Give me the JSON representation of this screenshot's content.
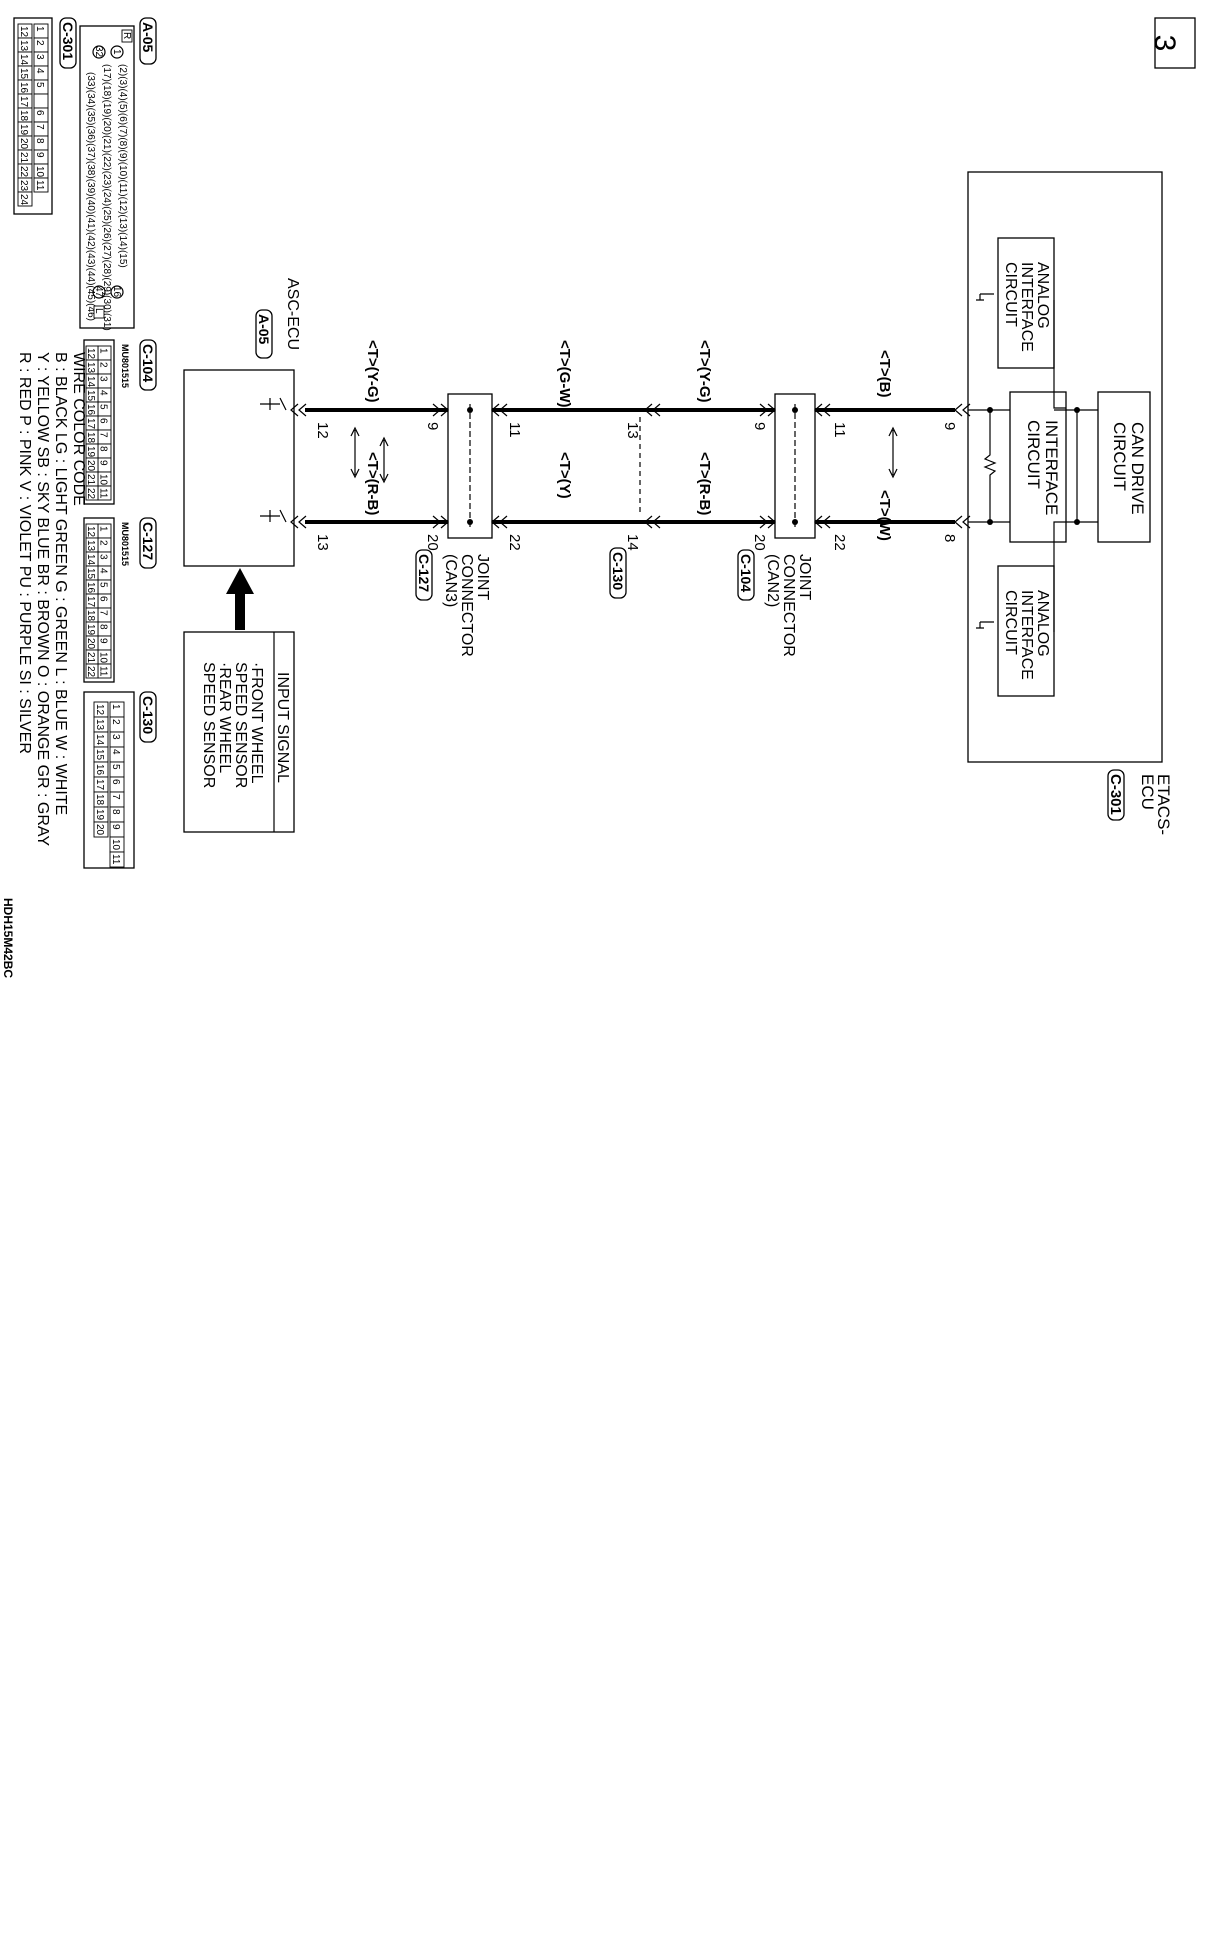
{
  "page_number": "3",
  "ecus": {
    "etacs": {
      "label_line1": "ETACS-",
      "label_line2": "ECU",
      "connector": "C-301",
      "can_drive": [
        "CAN DRIVE",
        "CIRCUIT"
      ],
      "interface": [
        "INTERFACE",
        "CIRCUIT"
      ],
      "analog": [
        "ANALOG",
        "INTERFACE",
        "CIRCUIT"
      ]
    },
    "asc": {
      "label": "ASC-ECU",
      "connector": "A-05"
    }
  },
  "joint_connectors": [
    {
      "lines": [
        "JOINT",
        "CONNECTOR",
        "(CAN2)"
      ],
      "connector": "C-104"
    },
    {
      "lines": [
        "JOINT",
        "CONNECTOR",
        "(CAN3)"
      ],
      "connector": "C-127"
    }
  ],
  "junction_connector": "C-130",
  "wires": {
    "etacs_to_can2": {
      "left": "<T>(B)",
      "right": "<T>(W)"
    },
    "can2_to_c130": {
      "left": "<T>(Y-G)",
      "right": "<T>(R-B)"
    },
    "c130_to_can3": {
      "left": "<T>(G-W)",
      "right": "<T>(Y)"
    },
    "can3_to_asc": {
      "left": "<T>(Y-G)",
      "right": "<T>(R-B)"
    }
  },
  "pins": {
    "etacs": [
      "9",
      "8"
    ],
    "can2_top": [
      "11",
      "22"
    ],
    "can2_bottom": [
      "9",
      "20"
    ],
    "c130": [
      "13",
      "14"
    ],
    "can3_top": [
      "11",
      "22"
    ],
    "can3_bottom": [
      "9",
      "20"
    ],
    "asc": [
      "12",
      "13"
    ]
  },
  "input_signal": {
    "title": "INPUT SIGNAL",
    "items": [
      "·FRONT WHEEL",
      "  SPEED SENSOR",
      "·REAR WHEEL",
      "  SPEED SENSOR"
    ]
  },
  "connector_views": {
    "a05": {
      "label": "A-05",
      "mark": "R",
      "pins_left": [
        "1",
        "32"
      ],
      "row1": "(2)(3)(4)(5)(6)(7)(8)(9)(10)(11)(12)(13)(14)(15)",
      "row2": "(17)(18)(19)(20)(21)(22)(23)(24)(25)(26)(27)(28)(29)(30)(31)",
      "row3": "(33)(34)(35)(36)(37)(38)(39)(40)(41)(42)(43)(44)(45)(46)",
      "pins_right": [
        "16",
        "47"
      ],
      "mark_right": "L"
    },
    "c301": {
      "label": "C-301",
      "row1": [
        "1",
        "2",
        "3",
        "4",
        "5",
        "",
        "6",
        "7",
        "8",
        "9",
        "10",
        "11"
      ],
      "row2": [
        "12",
        "13",
        "14",
        "15",
        "16",
        "17",
        "18",
        "19",
        "20",
        "21",
        "22",
        "23",
        "24"
      ]
    },
    "c104": {
      "label": "C-104",
      "part": "MU801515",
      "row1": [
        "1",
        "2",
        "3",
        "4",
        "5",
        "6",
        "7",
        "8",
        "9",
        "10",
        "11"
      ],
      "row2": [
        "12",
        "13",
        "14",
        "15",
        "16",
        "17",
        "18",
        "19",
        "20",
        "21",
        "22"
      ]
    },
    "c127": {
      "label": "C-127",
      "part": "MU801515",
      "row1": [
        "1",
        "2",
        "3",
        "4",
        "5",
        "6",
        "7",
        "8",
        "9",
        "10",
        "11"
      ],
      "row2": [
        "12",
        "13",
        "14",
        "15",
        "16",
        "17",
        "18",
        "19",
        "20",
        "21",
        "22"
      ]
    },
    "c130": {
      "label": "C-130",
      "row1": [
        "1",
        "2",
        "3",
        "4",
        "5",
        "6",
        "7",
        "8",
        "9",
        "10",
        "11"
      ],
      "row2": [
        "12",
        "13",
        "14",
        "15",
        "16",
        "17",
        "18",
        "19",
        "20"
      ]
    }
  },
  "wire_color_code": {
    "title": "WIRE COLOR CODE",
    "lines": [
      "B : BLACK    LG : LIGHT GREEN    G : GREEN    L : BLUE    W : WHITE",
      "Y : YELLOW    SB : SKY BLUE    BR : BROWN    O : ORANGE    GR : GRAY",
      "R : RED    P : PINK    V : VIOLET    PU : PURPLE    SI : SILVER"
    ]
  },
  "diagram_code": "HDH15M42BC"
}
